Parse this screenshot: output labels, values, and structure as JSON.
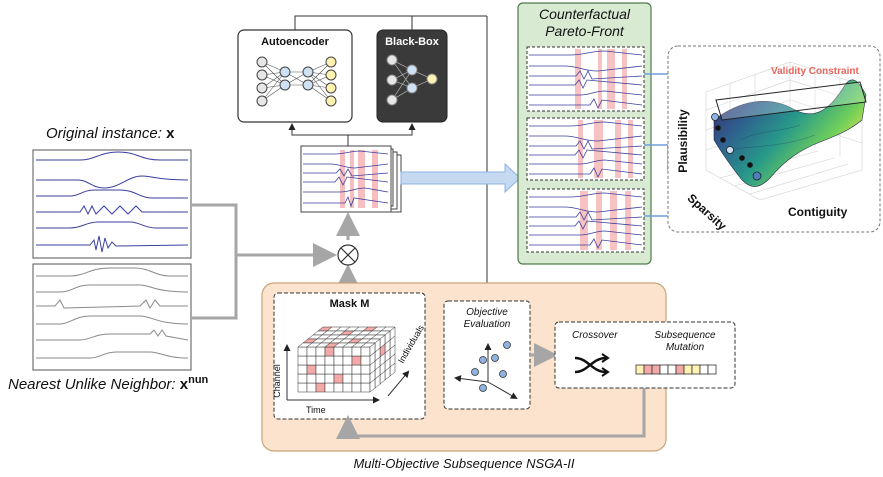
{
  "labels": {
    "original_instance": "Original instance: ",
    "original_var": "x",
    "nun_label": "Nearest Unlike Neighbor: ",
    "nun_var": "x",
    "nun_sup": "nun",
    "autoencoder": "Autoencoder",
    "blackbox": "Black-Box",
    "pareto_line1": "Counterfactual",
    "pareto_line2": "Pareto-Front",
    "validity": "Validity Constraint",
    "plausibility": "Plausibility",
    "sparsity": "Sparsity",
    "contiguity": "Contiguity",
    "mask": "Mask M",
    "channel": "Channel",
    "time": "Time",
    "individuals": "Individuals",
    "objective_line1": "Objective",
    "objective_line2": "Evaluation",
    "crossover": "Crossover",
    "mutation_line1": "Subsequence",
    "mutation_line2": "Mutation",
    "nsga_caption": "Multi-Objective Subsequence NSGA-II",
    "multiply_symbol": "⊗"
  },
  "colors": {
    "series_blue": "#3b3f9e",
    "series_gray": "#8a8a8a",
    "highlight_red": "#f4a9a9",
    "pareto_bg": "#d9ead3",
    "pareto_border": "#4f7a4a",
    "nsga_bg": "#fbe3cd",
    "nsga_border": "#c9a47a",
    "arrow_gray": "#a6a6a6",
    "arrow_blue": "#8fb3e0",
    "node_blue": "#cfe2f3",
    "node_yellow": "#fff2b3",
    "blackbox_bg": "#3a3a3a"
  }
}
